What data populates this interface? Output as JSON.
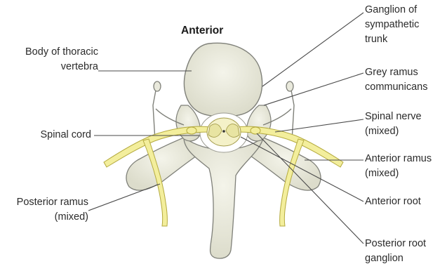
{
  "title": "Anterior",
  "labels": {
    "body_of_vertebra": [
      "Body of thoracic",
      "vertebra"
    ],
    "spinal_cord": [
      "Spinal cord"
    ],
    "posterior_ramus": [
      "Posterior ramus",
      "(mixed)"
    ],
    "ganglion_sympathetic": [
      "Ganglion of",
      "sympathetic",
      "trunk"
    ],
    "grey_ramus": [
      "Grey ramus",
      "communicans"
    ],
    "spinal_nerve": [
      "Spinal nerve",
      "(mixed)"
    ],
    "anterior_ramus": [
      "Anterior ramus",
      "(mixed)"
    ],
    "anterior_root": [
      "Anterior root"
    ],
    "posterior_root_ganglion": [
      "Posterior root",
      "ganglion"
    ]
  },
  "colors": {
    "bone_fill": "#e9e9dc",
    "bone_stroke": "#7f8079",
    "nerve_fill": "#f3ee9c",
    "nerve_stroke": "#b4aa3e",
    "leader": "#4a4a4a"
  }
}
